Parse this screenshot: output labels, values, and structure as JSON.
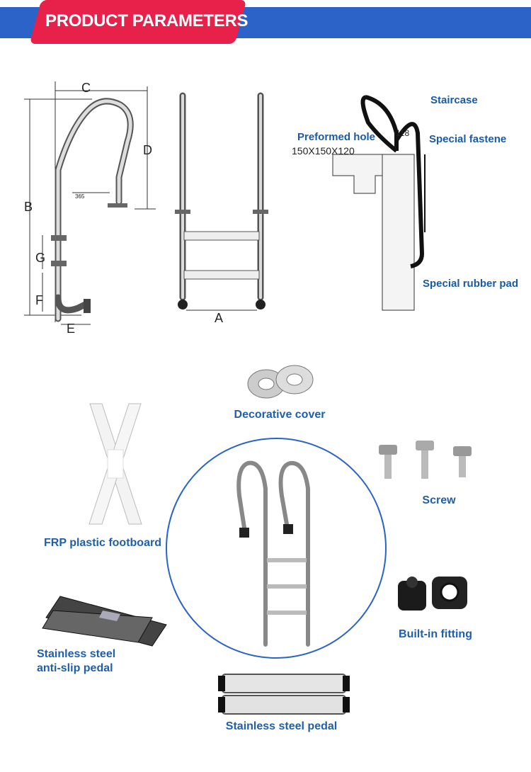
{
  "header": {
    "title": "PRODUCT PARAMETERS",
    "bar_color": "#2b63c8",
    "tag_color": "#e8214a"
  },
  "dimension_diagram": {
    "labels": {
      "a": "A",
      "b": "B",
      "c": "C",
      "d": "D",
      "e": "E",
      "f": "F",
      "g": "G"
    },
    "offset_value": "365"
  },
  "install_diagram": {
    "staircase": "Staircase",
    "preformed_hole": "Preformed hole",
    "hole_size": "150X150X120",
    "offset": "118",
    "special_fastener": "Special fastene",
    "rubber_pad": "Special rubber pad"
  },
  "parts": {
    "decorative_cover": "Decorative cover",
    "frp_footboard": "FRP plastic footboard",
    "screw": "Screw",
    "built_in_fitting": "Built-in fitting",
    "anti_slip_line1": "Stainless steel",
    "anti_slip_line2": "anti-slip pedal",
    "steel_pedal": "Stainless steel pedal"
  },
  "accent_color": "#1f5fae"
}
